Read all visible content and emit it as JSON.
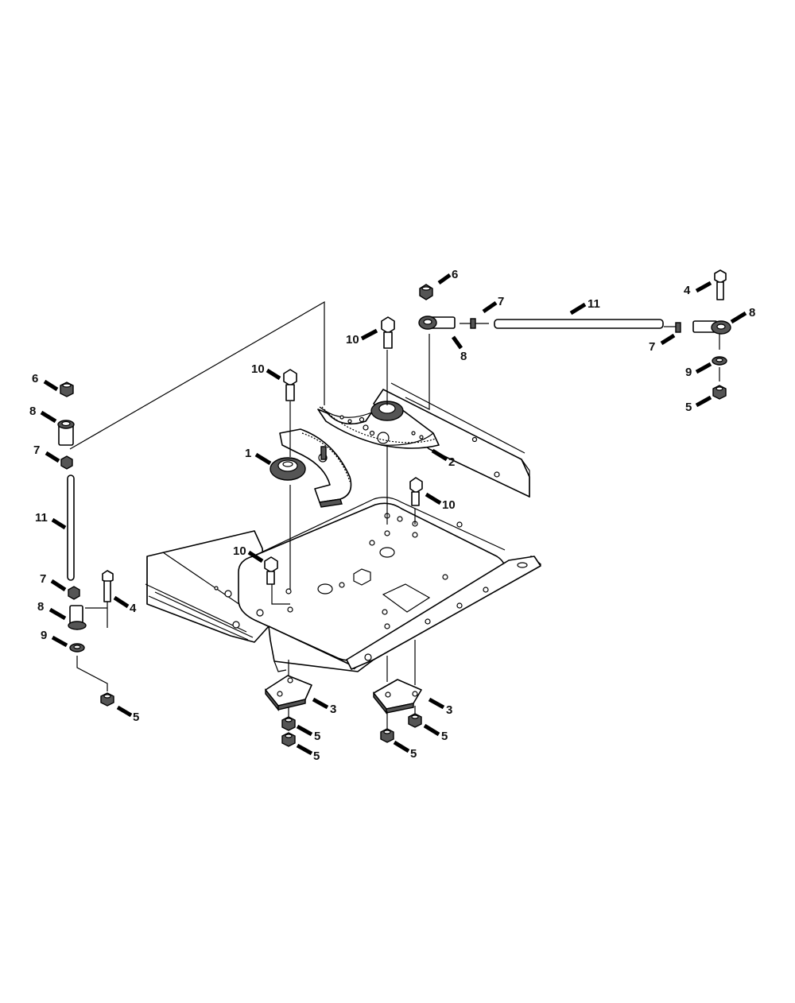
{
  "diagram": {
    "callouts": [
      {
        "id": "c-6-left",
        "label": "6"
      },
      {
        "id": "c-8-left-top",
        "label": "8"
      },
      {
        "id": "c-7-left-top",
        "label": "7"
      },
      {
        "id": "c-11-left",
        "label": "11"
      },
      {
        "id": "c-7-left-bottom",
        "label": "7"
      },
      {
        "id": "c-8-left-bottom",
        "label": "8"
      },
      {
        "id": "c-9-left",
        "label": "9"
      },
      {
        "id": "c-4-left",
        "label": "4"
      },
      {
        "id": "c-5-left",
        "label": "5"
      },
      {
        "id": "c-10-a",
        "label": "10"
      },
      {
        "id": "c-10-b",
        "label": "10"
      },
      {
        "id": "c-10-c",
        "label": "10"
      },
      {
        "id": "c-10-d",
        "label": "10"
      },
      {
        "id": "c-1",
        "label": "1"
      },
      {
        "id": "c-2",
        "label": "2"
      },
      {
        "id": "c-6-top",
        "label": "6"
      },
      {
        "id": "c-7-top",
        "label": "7"
      },
      {
        "id": "c-8-top",
        "label": "8"
      },
      {
        "id": "c-11-top",
        "label": "11"
      },
      {
        "id": "c-4-right",
        "label": "4"
      },
      {
        "id": "c-8-right",
        "label": "8"
      },
      {
        "id": "c-7-right",
        "label": "7"
      },
      {
        "id": "c-9-right",
        "label": "9"
      },
      {
        "id": "c-5-right",
        "label": "5"
      },
      {
        "id": "c-3-left",
        "label": "3"
      },
      {
        "id": "c-3-right",
        "label": "3"
      },
      {
        "id": "c-5-b1",
        "label": "5"
      },
      {
        "id": "c-5-b2",
        "label": "5"
      },
      {
        "id": "c-5-b3",
        "label": "5"
      },
      {
        "id": "c-5-b4",
        "label": "5"
      }
    ]
  }
}
